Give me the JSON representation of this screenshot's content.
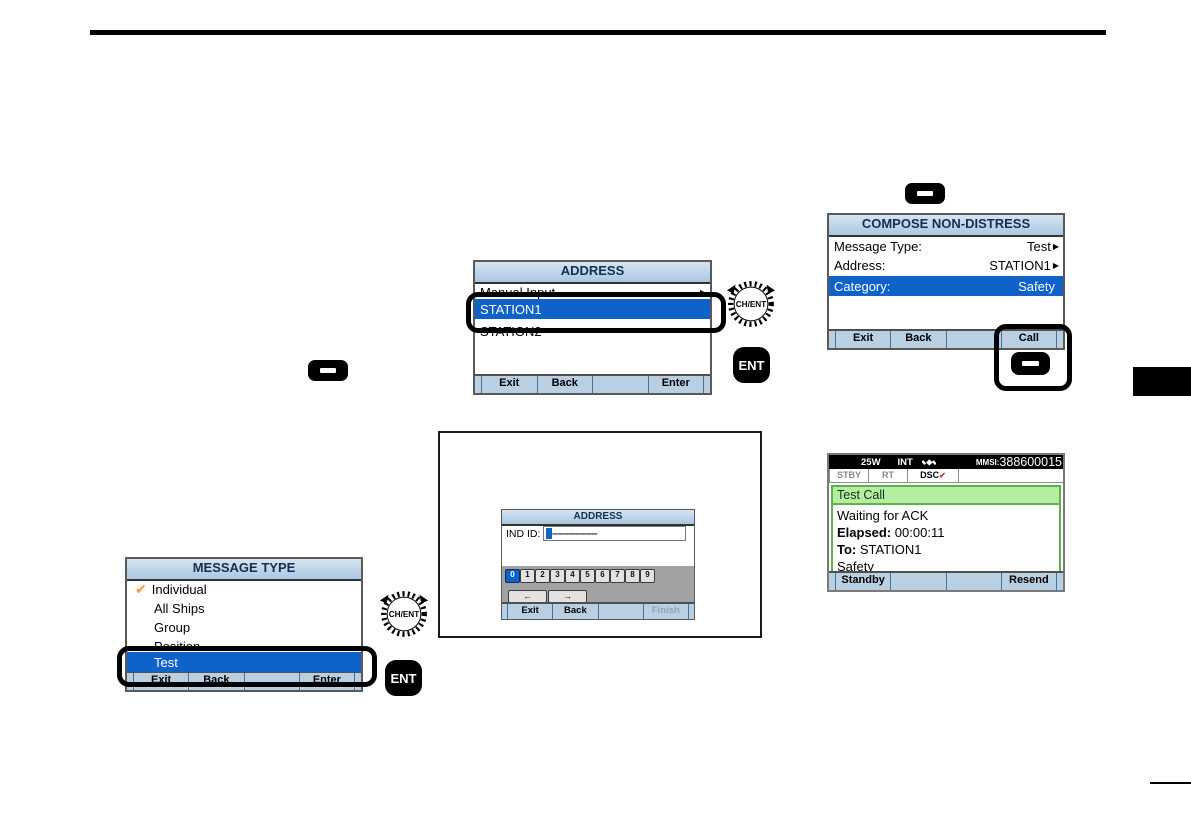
{
  "icons": {
    "arrow_right": "▶",
    "check": "✔"
  },
  "controls": {
    "dial_label": "CH/ENT",
    "ent_label": "ENT"
  },
  "compose_screen": {
    "title": "COMPOSE NON-DISTRESS",
    "rows": [
      {
        "label": "Message Type:",
        "value": "Test"
      },
      {
        "label": "Address:",
        "value": "STATION1"
      },
      {
        "label": "Category:",
        "value": "Safety"
      }
    ],
    "softkeys": [
      "Exit",
      "Back",
      "",
      "Call"
    ]
  },
  "address_list_screen": {
    "title": "ADDRESS",
    "items": [
      "Manual Input",
      "STATION1",
      "STATION2"
    ],
    "softkeys": [
      "Exit",
      "Back",
      "",
      "Enter"
    ]
  },
  "address_input_screen": {
    "title": "ADDRESS",
    "field_label": "IND ID:",
    "field_value": "––––––––",
    "keys": [
      "0",
      "1",
      "2",
      "3",
      "4",
      "5",
      "6",
      "7",
      "8",
      "9"
    ],
    "selected_key": "0",
    "arrow_keys": [
      "←",
      "→"
    ],
    "softkeys": [
      "Exit",
      "Back",
      "",
      "Finish"
    ]
  },
  "message_type_screen": {
    "title": "MESSAGE TYPE",
    "items": [
      "Individual",
      "All Ships",
      "Group",
      "Position"
    ],
    "checked_item": "Individual",
    "selected_item": "Test",
    "softkeys": [
      "Exit",
      "Back",
      "",
      "Enter"
    ]
  },
  "test_call_screen": {
    "status_bar": {
      "power": "25W",
      "band": "INT",
      "mmsi_label": "MMSI:",
      "mmsi_value": "388600015"
    },
    "tabs": [
      "STBY",
      "RT",
      "DSC"
    ],
    "title": "Test Call",
    "lines": [
      {
        "bold": "",
        "rest": "Waiting for ACK"
      },
      {
        "bold": "Elapsed:",
        "rest": " 00:00:11"
      },
      {
        "bold": "To:",
        "rest": " STATION1"
      },
      {
        "bold": "",
        "rest": "Safety"
      }
    ],
    "softkeys": [
      "Standby",
      "",
      "",
      "Resend"
    ]
  },
  "colors": {
    "highlight_blue": "#0f62c8",
    "softkey_bar": "#b9cfe2",
    "header_blue": "#bcd3e8",
    "green_header": "#b5eda3",
    "green_border": "#5bb34a",
    "check_orange": "#f09a30",
    "check_red": "#cc2222"
  }
}
